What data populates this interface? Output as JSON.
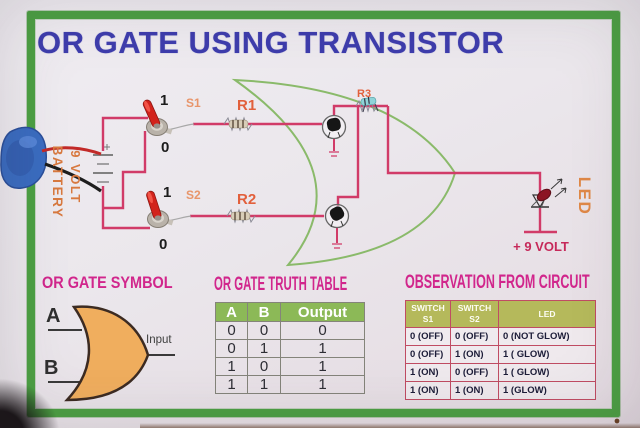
{
  "title": "OR GATE USING TRANSISTOR",
  "circuit": {
    "battery": {
      "line1": "BATTERY",
      "line2": "9 VOLT"
    },
    "s1": {
      "label": "S1",
      "on": "1",
      "off": "0"
    },
    "s2": {
      "label": "S2",
      "on": "1",
      "off": "0"
    },
    "r1": "R1",
    "r2": "R2",
    "r3": "R3",
    "led": "LED",
    "supply": "+ 9 VOLT"
  },
  "gate_symbol": {
    "heading": "OR GATE SYMBOL",
    "a": "A",
    "b": "B",
    "output_label": "Input"
  },
  "truth_table": {
    "heading": "OR GATE TRUTH TABLE",
    "columns": [
      "A",
      "B",
      "Output"
    ],
    "rows": [
      [
        "0",
        "0",
        "0"
      ],
      [
        "0",
        "1",
        "1"
      ],
      [
        "1",
        "0",
        "1"
      ],
      [
        "1",
        "1",
        "1"
      ]
    ]
  },
  "observation_table": {
    "heading": "OBSERVATION FROM CIRCUIT",
    "columns": [
      {
        "line1": "SWITCH",
        "line2": "S1"
      },
      {
        "line1": "SWITCH",
        "line2": "S2"
      },
      {
        "line1": "LED",
        "line2": ""
      }
    ],
    "rows": [
      [
        "0 (OFF)",
        "0 (OFF)",
        "0 (NOT GLOW)"
      ],
      [
        "0 (OFF)",
        "1 (ON)",
        "1 ( GLOW)"
      ],
      [
        "1 (ON)",
        "0 (OFF)",
        "1 ( GLOW)"
      ],
      [
        "1 (ON)",
        "1 (ON)",
        "1 (GLOW)"
      ]
    ]
  },
  "colors": {
    "frame_green": "#4ca043",
    "title_blue": "#3e3dad",
    "wire_crimson": "#d13b68",
    "heading_magenta": "#d1268c",
    "label_orange": "#e2603c",
    "truth_header_green": "#8cb957",
    "obs_header_olive": "#b5b95b",
    "gate_fill_orange": "#f0ae5e"
  }
}
